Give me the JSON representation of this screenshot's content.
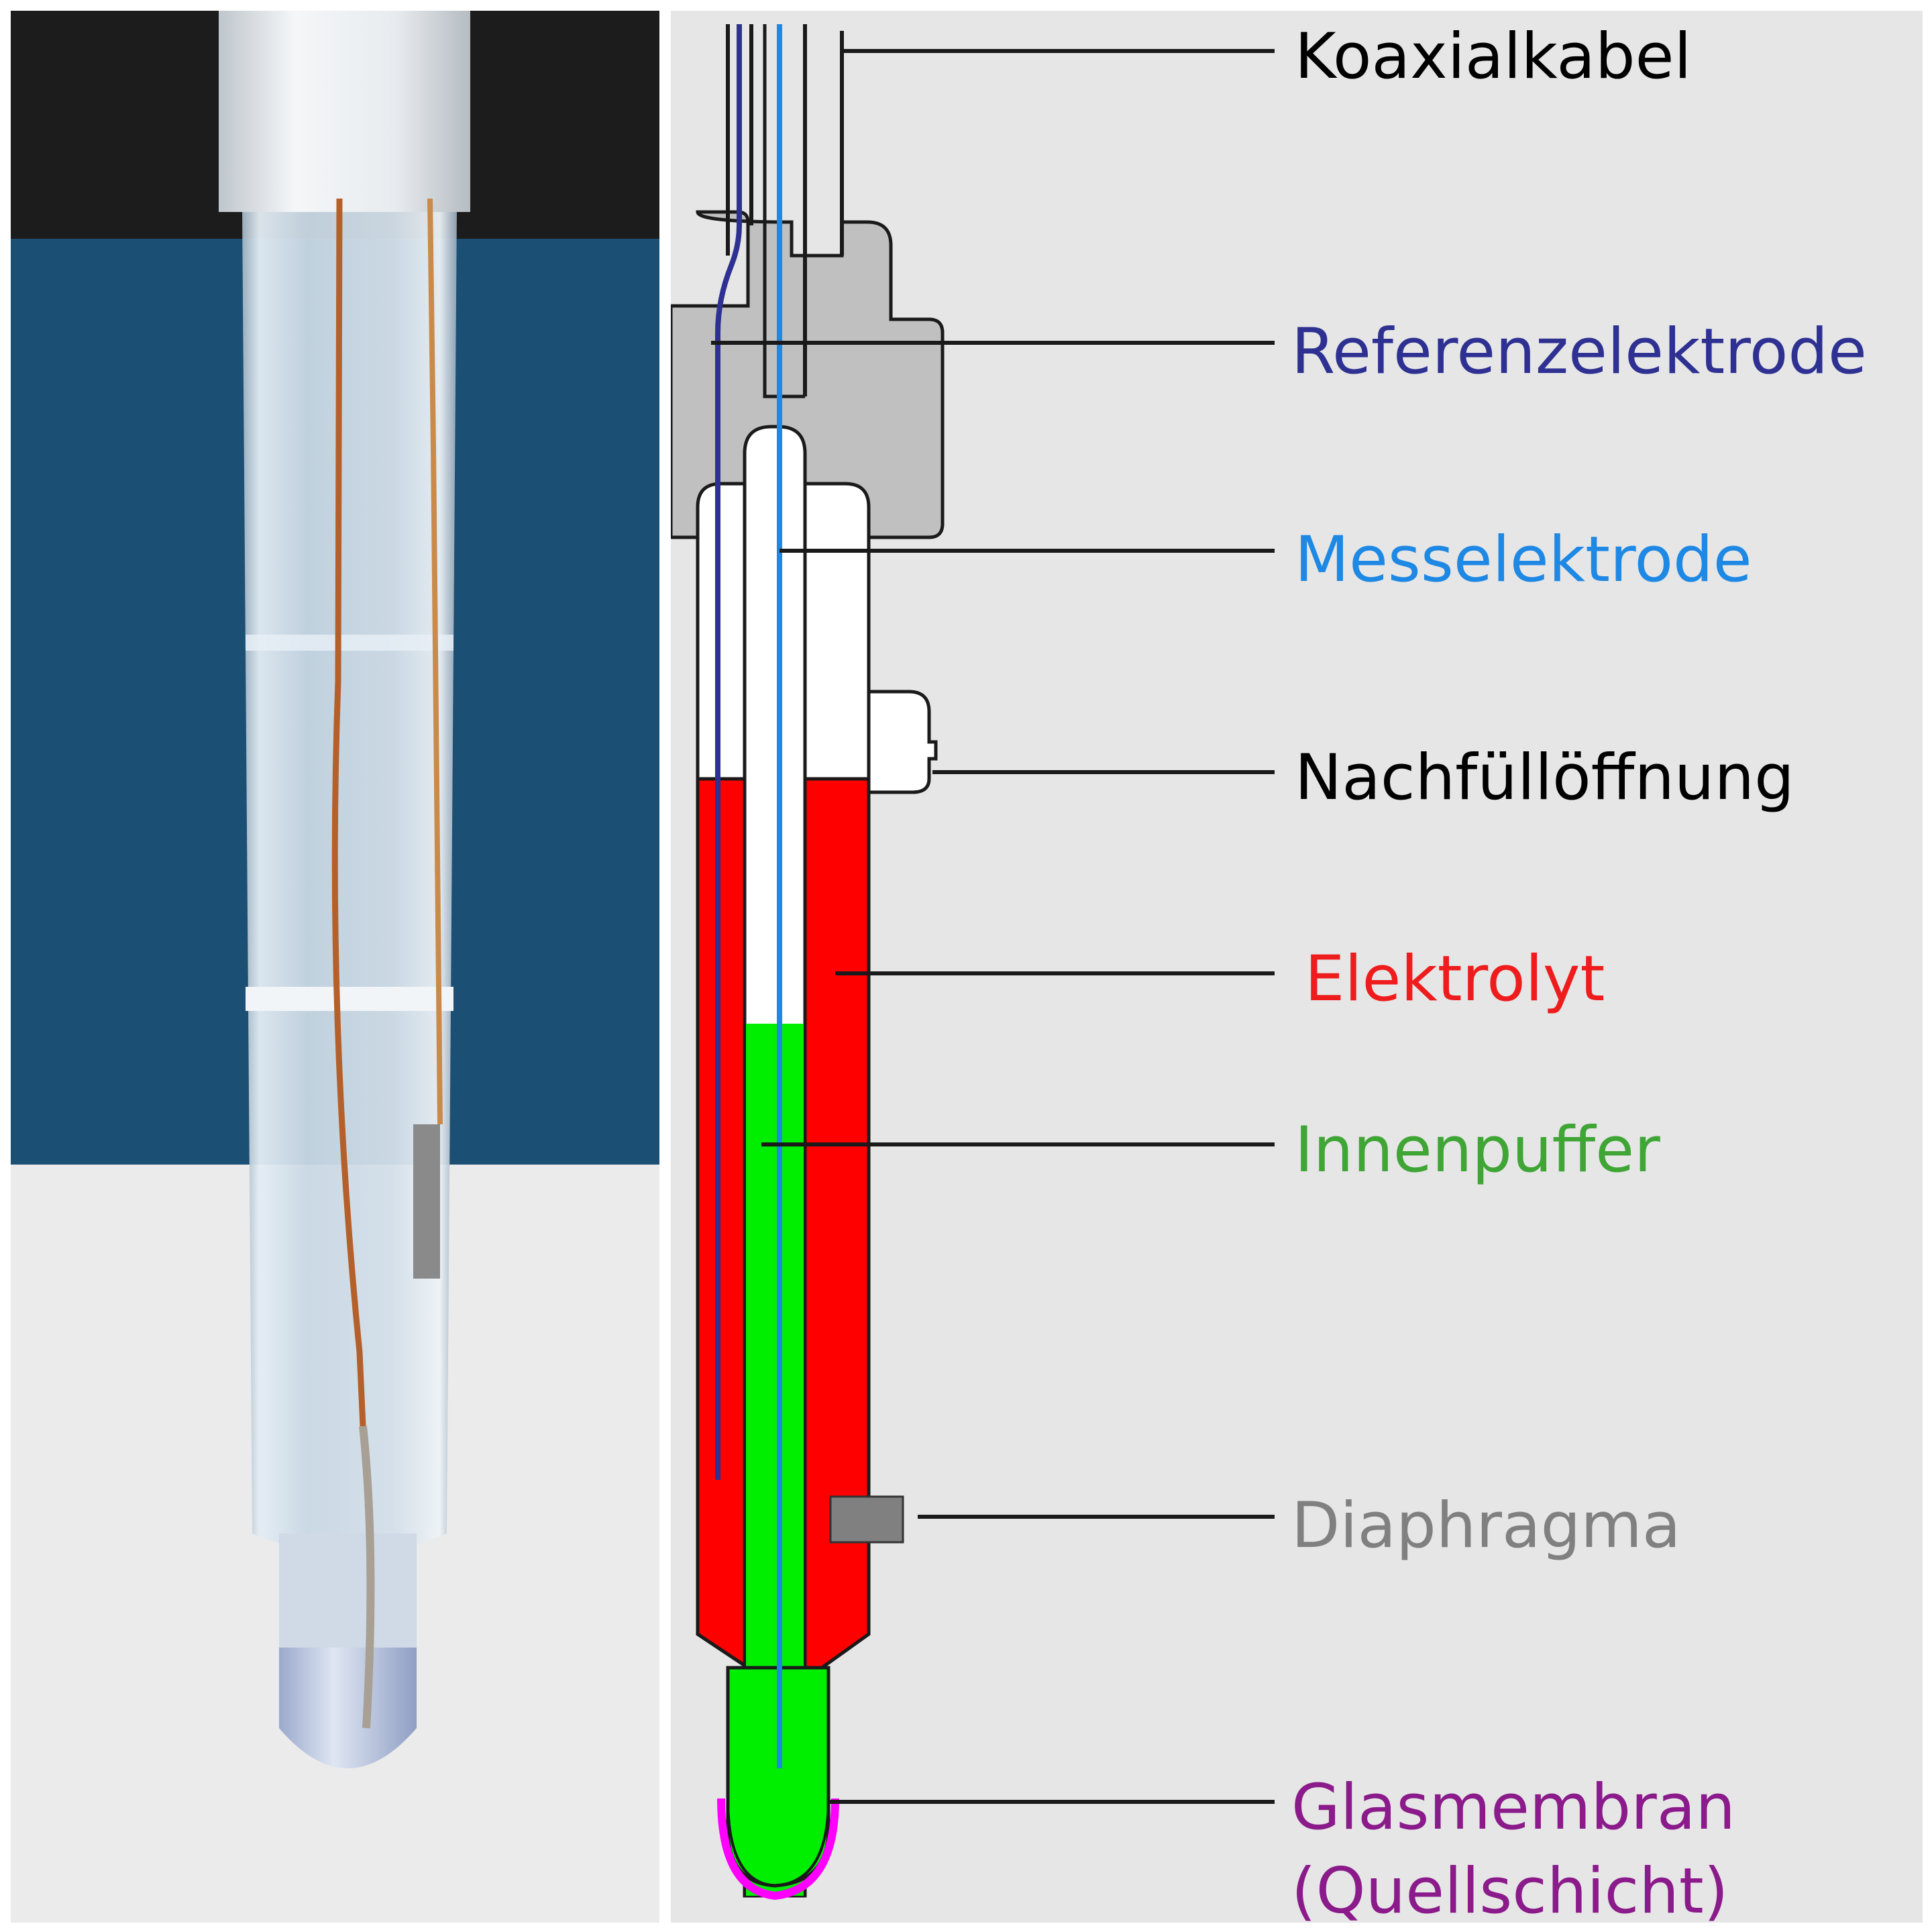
{
  "diagram": {
    "labels": {
      "coax": "Koaxialkabel",
      "reference": "Referenzelektrode",
      "measuring": "Messelektrode",
      "refill": "Nachfüllöffnung",
      "electrolyte": "Elektrolyt",
      "inner_buffer": "Innenpuffer",
      "diaphragm": "Diaphragma",
      "membrane_line1": "Glasmembran",
      "membrane_line2": "(Quellschicht)"
    },
    "colors": {
      "coax": "#000000",
      "reference": "#2e3192",
      "measuring": "#1e88e5",
      "refill": "#000000",
      "electrolyte": "#ee1c1c",
      "inner_buffer": "#3fa535",
      "diaphragm": "#808080",
      "membrane": "#8b1a8b",
      "electrolyte_fill": "#ff0000",
      "buffer_fill": "#00ee00",
      "membrane_layer": "#ff00ff",
      "head_fill": "#c0c0c0",
      "background": "#e6e6e6"
    }
  }
}
